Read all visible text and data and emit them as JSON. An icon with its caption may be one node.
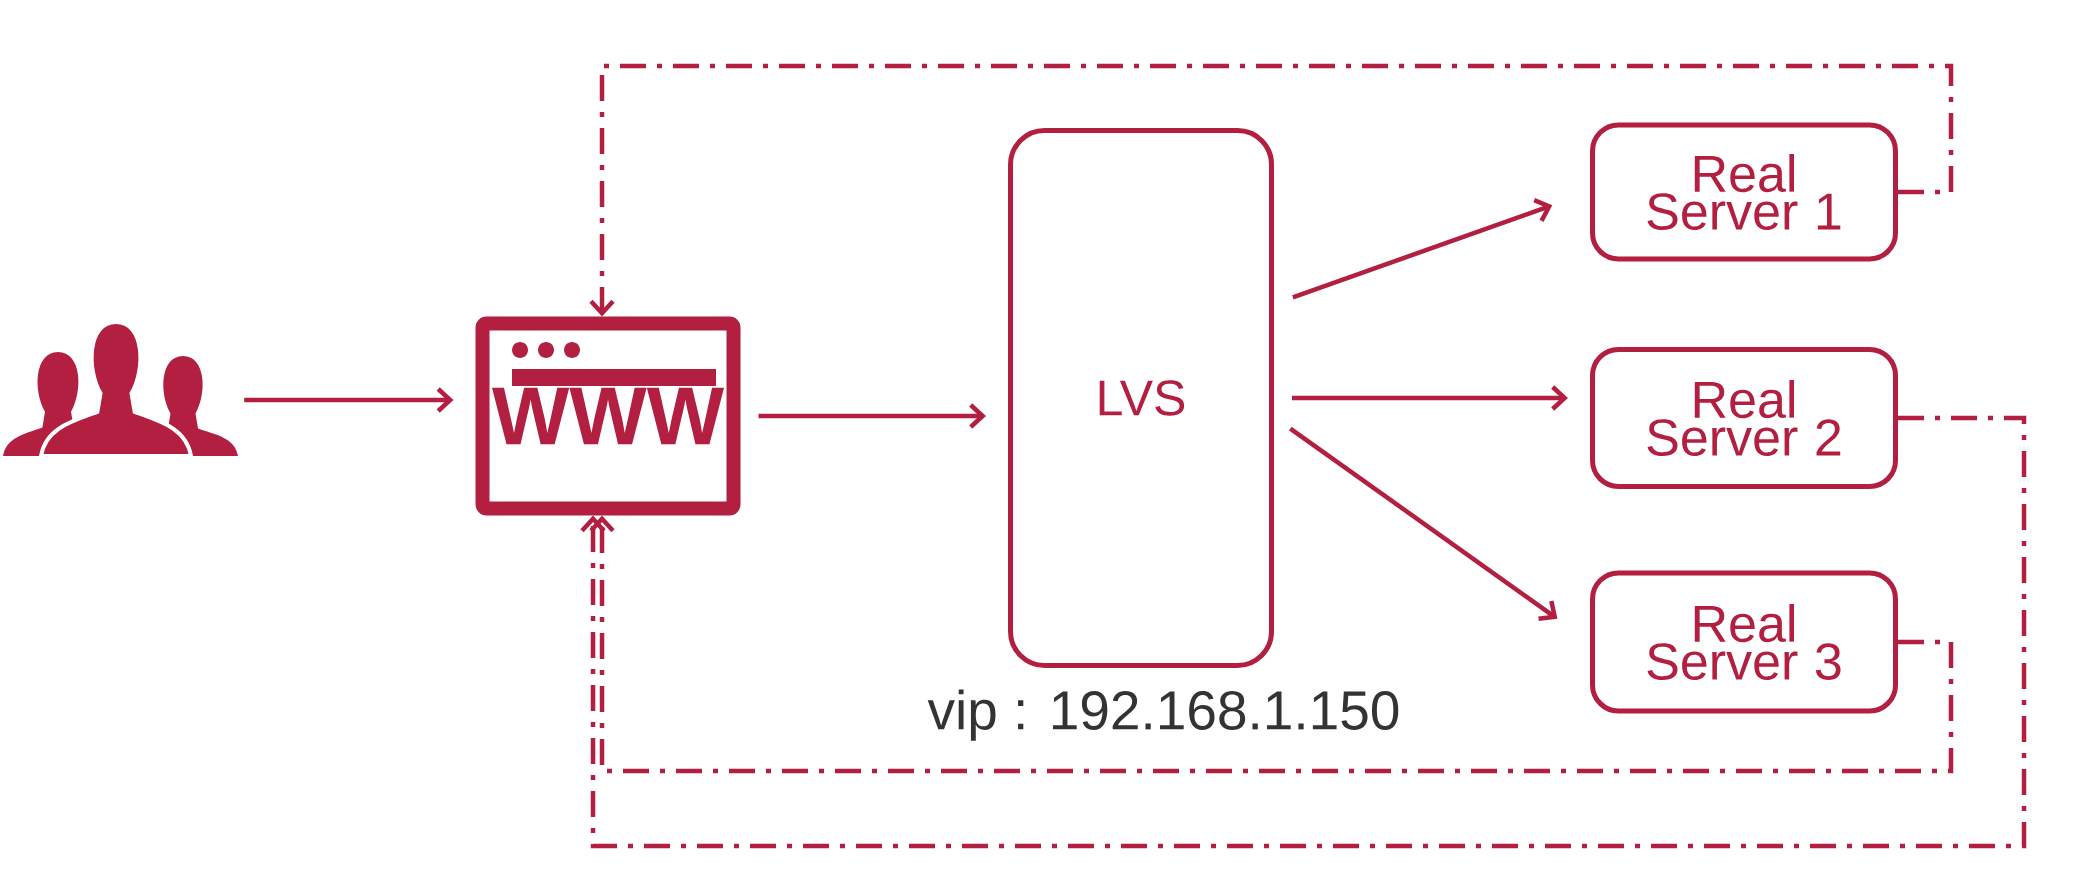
{
  "diagram": {
    "nodes": [
      {
        "text": [],
        "shape": "person"
      },
      {
        "text": [
          "WWW"
        ]
      },
      {
        "text": [
          "LVS"
        ],
        "beside": [
          "vip : 192.168.1.150"
        ]
      },
      {
        "text": [
          "Real Server 1"
        ]
      },
      {
        "text": [
          "Real Server 2"
        ]
      },
      {
        "text": [
          "Real Server 3"
        ]
      }
    ],
    "edges": [
      {
        "from": 0,
        "to": 1,
        "arrow": "to"
      },
      {
        "from": 1,
        "to": 2,
        "arrow": "to"
      },
      {
        "from": 2,
        "to": 3,
        "arrow": "to"
      },
      {
        "from": 2,
        "to": 4,
        "arrow": "to"
      },
      {
        "from": 2,
        "to": 5,
        "arrow": "to"
      },
      {
        "from": 3,
        "to": 1,
        "arrow": "to",
        "style": "dashed"
      },
      {
        "from": 4,
        "to": 1,
        "arrow": "to",
        "style": "dashed"
      },
      {
        "from": 5,
        "to": 1,
        "arrow": "to",
        "style": "dashed"
      }
    ]
  }
}
